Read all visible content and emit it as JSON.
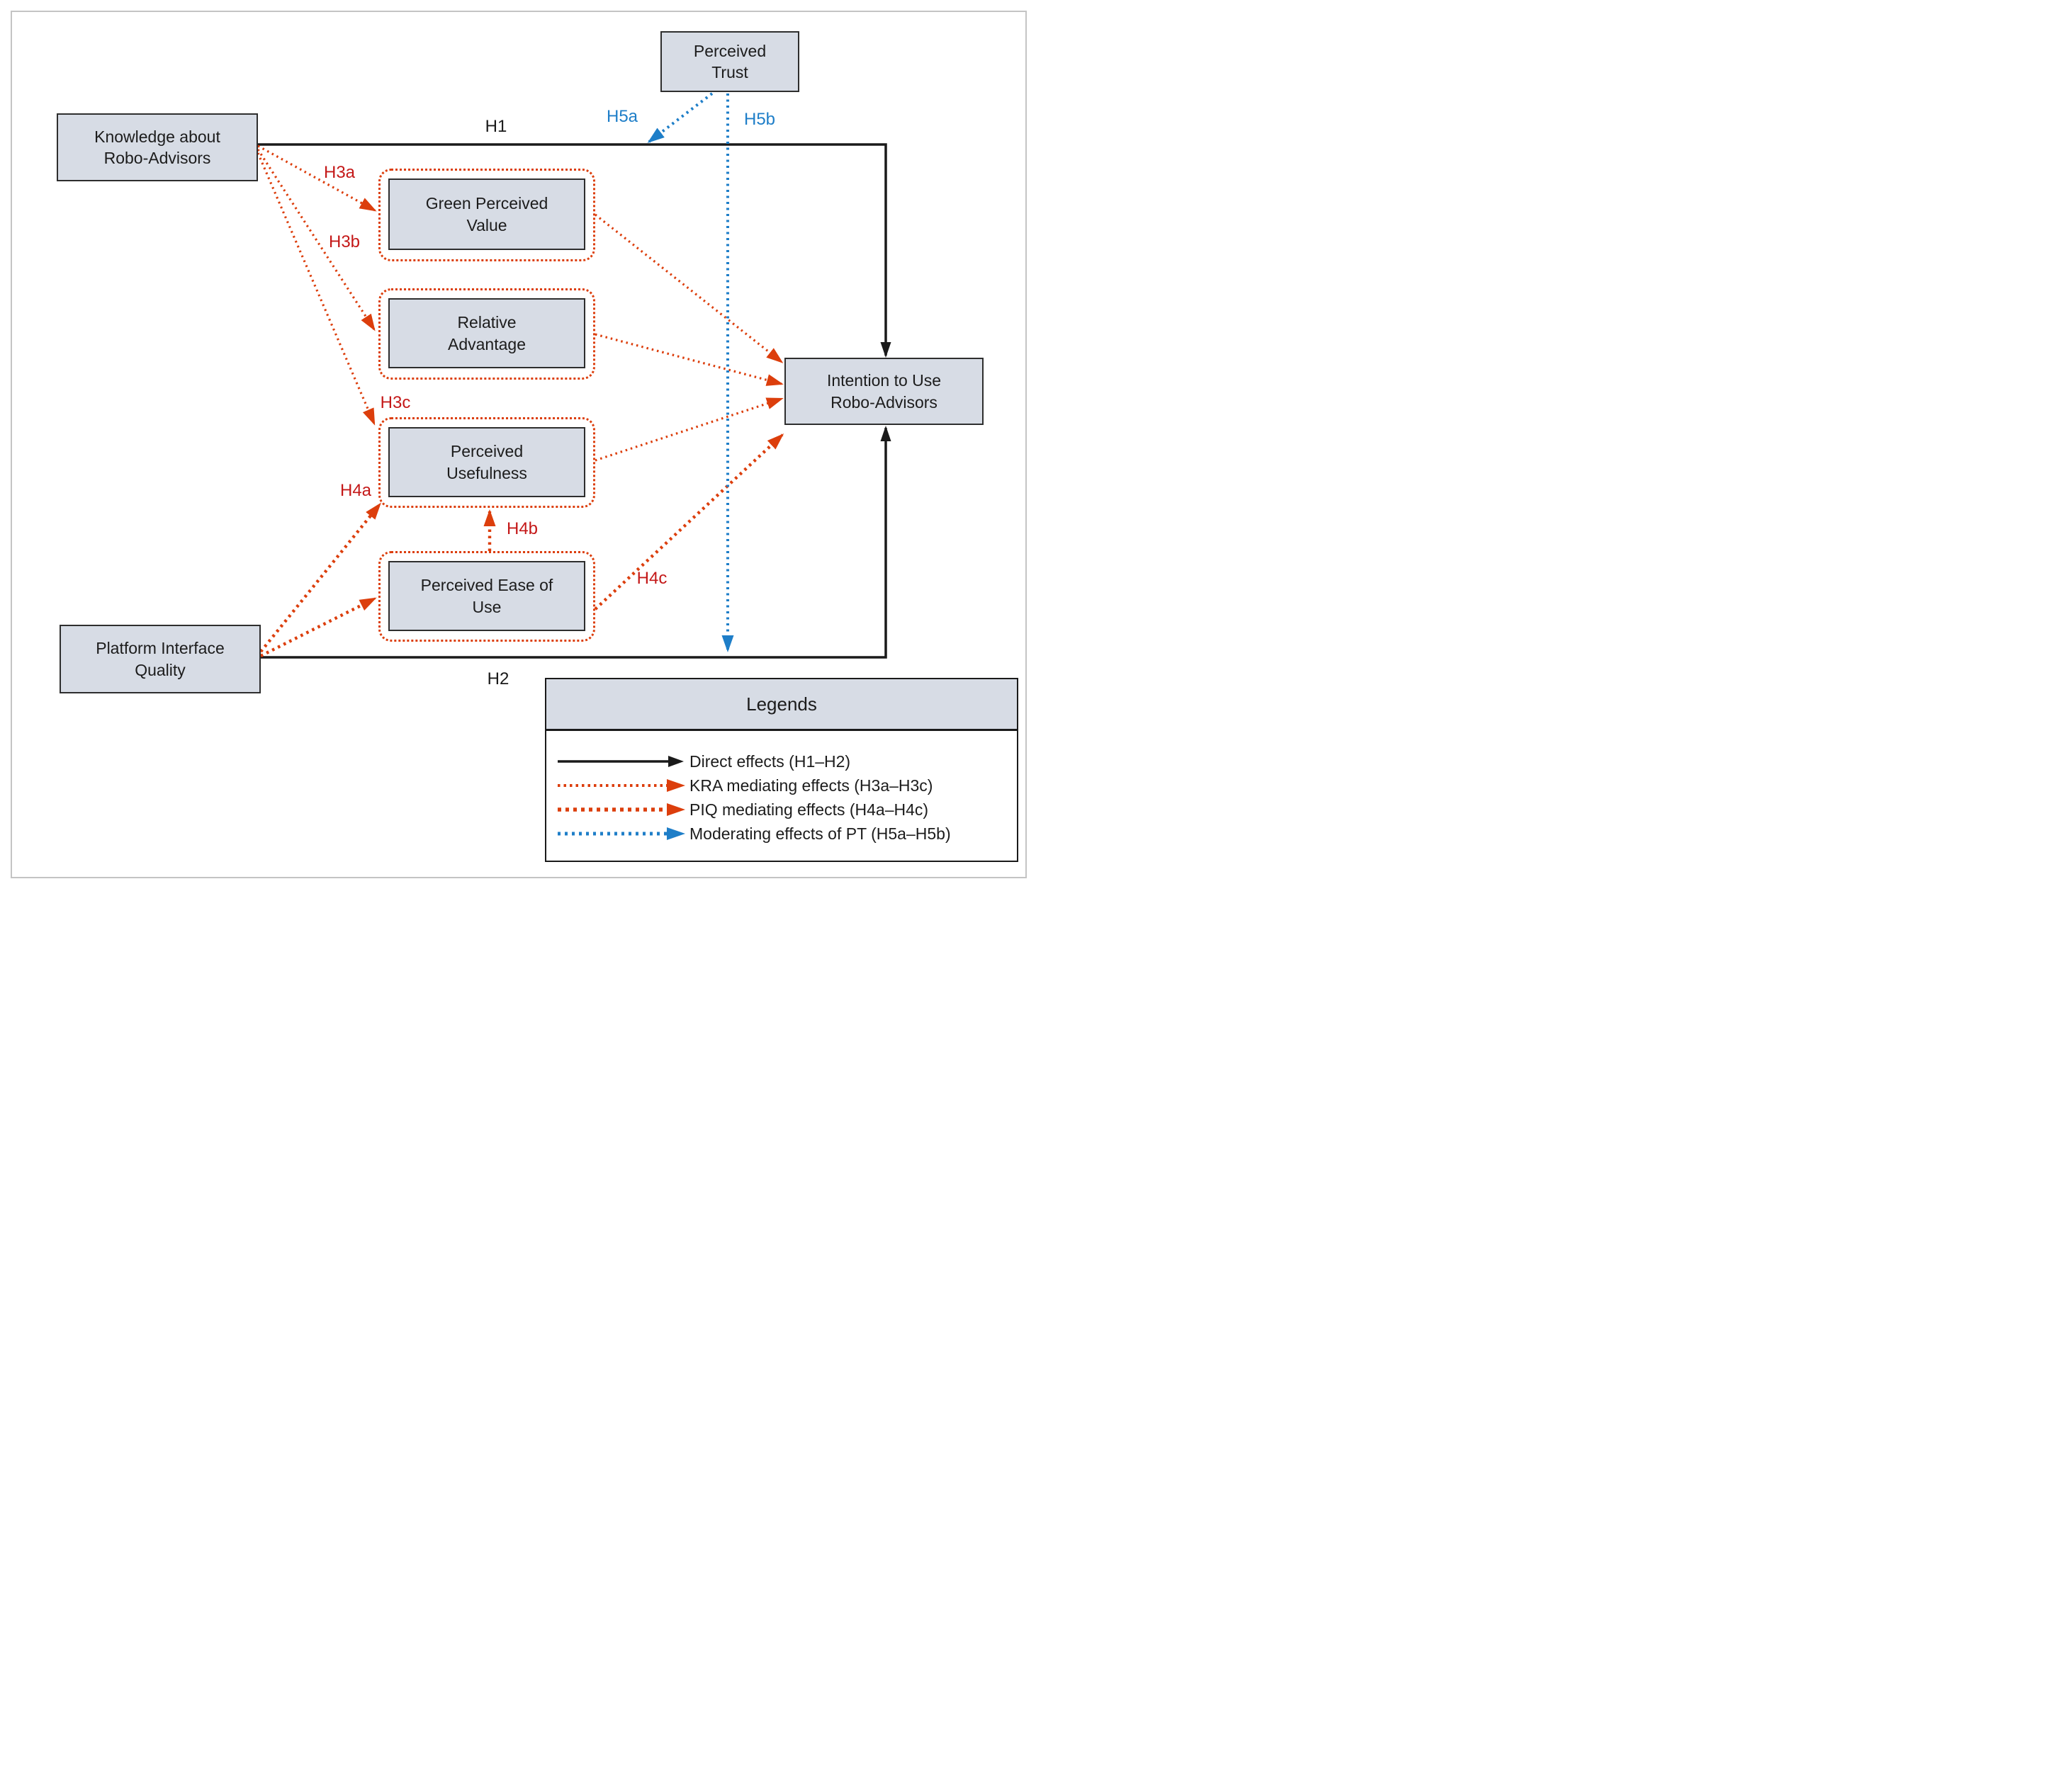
{
  "nodes": {
    "knowledge": {
      "lines": [
        "Knowledge about",
        "Robo-Advisors"
      ]
    },
    "trust": {
      "lines": [
        "Perceived",
        "Trust"
      ]
    },
    "green_perceived_value": {
      "lines": [
        "Green Perceived",
        "Value"
      ]
    },
    "relative_advantage": {
      "lines": [
        "Relative",
        "Advantage"
      ]
    },
    "perceived_usefulness": {
      "lines": [
        "Perceived",
        "Usefulness"
      ]
    },
    "perceived_ease_of_use": {
      "lines": [
        "Perceived Ease of",
        "Use"
      ]
    },
    "platform": {
      "lines": [
        "Platform Interface",
        "Quality"
      ]
    },
    "intention": {
      "lines": [
        "Intention to Use",
        "Robo-Advisors"
      ]
    }
  },
  "path_labels": {
    "h1": "H1",
    "h2": "H2",
    "h3a": "H3a",
    "h3b": "H3b",
    "h3c": "H3c",
    "h4a": "H4a",
    "h4b": "H4b",
    "h4c": "H4c",
    "h5a": "H5a",
    "h5b": "H5b"
  },
  "legend": {
    "title": "Legends",
    "items": [
      {
        "id": "direct",
        "label": "Direct effects (H1–H2)",
        "style": "solid",
        "color": "#1a1a1a"
      },
      {
        "id": "kra",
        "label": "KRA mediating effects (H3a–H3c)",
        "style": "dotted-fine",
        "color": "#dc3e0c"
      },
      {
        "id": "piq",
        "label": "PIQ mediating effects (H4a–H4c)",
        "style": "dotted-coarse",
        "color": "#dc3e0c"
      },
      {
        "id": "pt",
        "label": "Moderating effects of PT (H5a–H5b)",
        "style": "dotted",
        "color": "#1e7ec8"
      }
    ]
  },
  "colors": {
    "box_fill": "#d7dce5",
    "box_border": "#2e2e2e",
    "direct_effect": "#1a1a1a",
    "mediating_effect": "#dc3e0c",
    "hypothesis_label_red": "#c41818",
    "moderating_effect": "#1e7ec8",
    "frame": "#c4c4c4"
  }
}
